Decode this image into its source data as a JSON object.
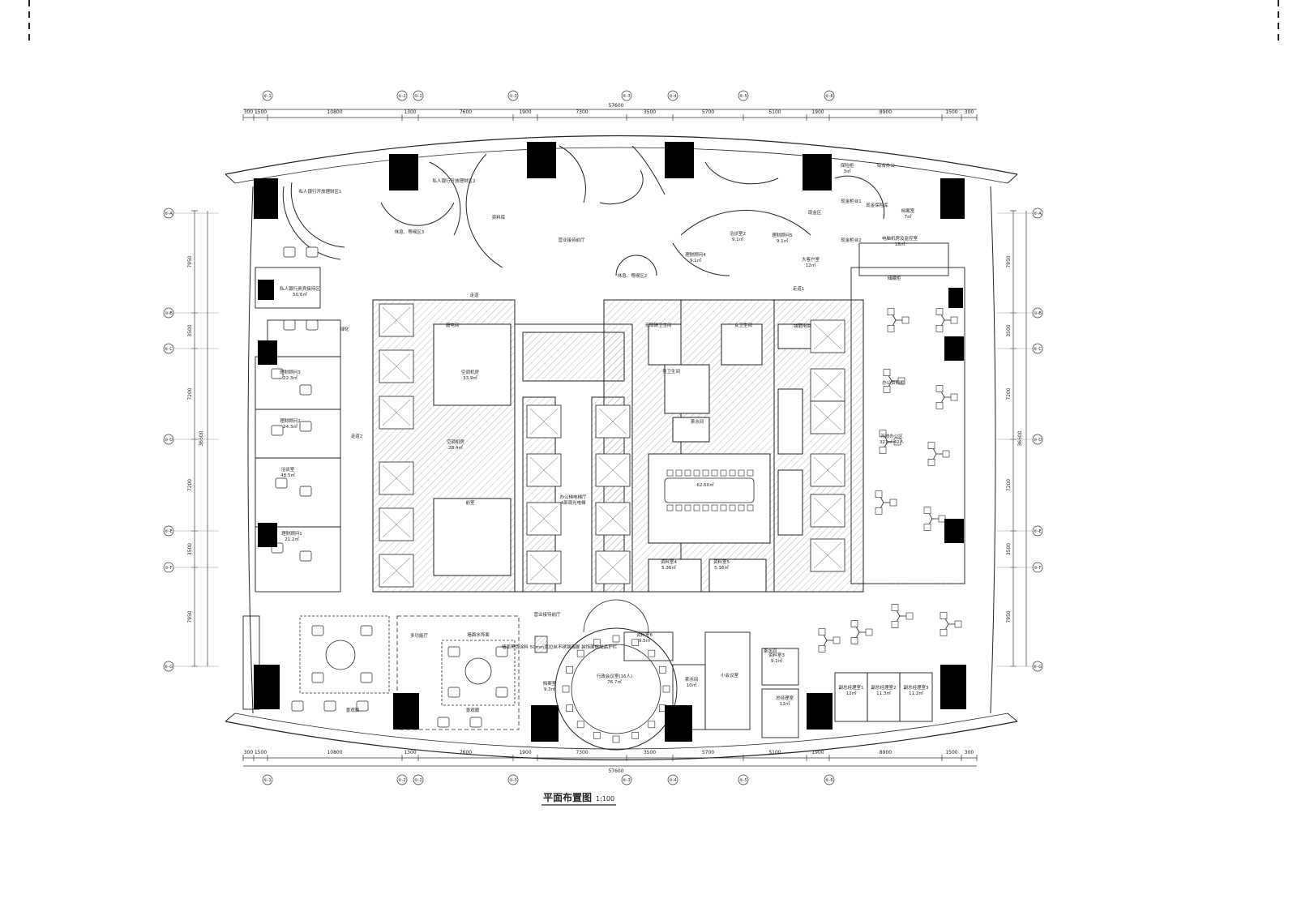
{
  "drawing": {
    "title": "平面布置图",
    "scale": "1:100",
    "colors": {
      "line": "#222222",
      "hatch": "#9a9a9a",
      "column": "#000000",
      "paper": "#ffffff"
    }
  },
  "dimensions": {
    "total": "57600",
    "top_segments": [
      "300",
      "1500",
      "10800",
      "1300",
      "7600",
      "1900",
      "7300",
      "3500",
      "5700",
      "5100",
      "1900",
      "8900",
      "1500",
      "300"
    ],
    "bottom_segments": [
      "300",
      "1500",
      "10800",
      "1300",
      "7600",
      "1900",
      "7300",
      "3500",
      "5700",
      "5100",
      "1900",
      "8900",
      "1500",
      "300"
    ],
    "left_segments": [
      "7950",
      "3500",
      "7200",
      "7200",
      "3500",
      "7950"
    ],
    "left_total": "36600",
    "right_segments": [
      "7950",
      "3500",
      "7200",
      "7200",
      "3500",
      "7950"
    ],
    "right_total": "36600"
  },
  "axes": {
    "top": [
      "⑥-1",
      "⑥-2",
      "⑩-2",
      "⑩-3",
      "⑥-3",
      "⑩-4",
      "⑥-5",
      "⑥-6"
    ],
    "left": [
      "⑥-A",
      "⑩-B",
      "⑥-C",
      "⑩-D",
      "⑥-E",
      "⑩-F",
      "⑥-G"
    ],
    "right": [
      "⑥-A",
      "⑩-B",
      "⑥-C",
      "⑩-D",
      "⑥-E",
      "⑩-F",
      "⑥-G"
    ]
  },
  "rooms": [
    {
      "label": "私人银行开放理财区1",
      "area": ""
    },
    {
      "label": "私人银行开放理财区2",
      "area": ""
    },
    {
      "label": "休息、等候区3",
      "area": ""
    },
    {
      "label": "资料库",
      "area": ""
    },
    {
      "label": "营业接待前厅",
      "area": ""
    },
    {
      "label": "休息、等候区2",
      "area": ""
    },
    {
      "label": "理财顾问4",
      "area": "9.1㎡"
    },
    {
      "label": "洽谈室2",
      "area": "9.1㎡"
    },
    {
      "label": "理财顾问5",
      "area": "9.1㎡"
    },
    {
      "label": "大客户室",
      "area": "12㎡"
    },
    {
      "label": "现金区",
      "area": ""
    },
    {
      "label": "现金柜台1",
      "area": ""
    },
    {
      "label": "现金柜台2",
      "area": ""
    },
    {
      "label": "现金保险库",
      "area": ""
    },
    {
      "label": "保险柜",
      "area": "3㎡"
    },
    {
      "label": "综合办公",
      "area": ""
    },
    {
      "label": "档案室",
      "area": "7㎡"
    },
    {
      "label": "电脑机房及监控室",
      "area": "18㎡"
    },
    {
      "label": "私人银行贵宾接待区",
      "area": "50.6㎡"
    },
    {
      "label": "绿化",
      "area": ""
    },
    {
      "label": "理财顾问3",
      "area": "22.3㎡"
    },
    {
      "label": "理财顾问2",
      "area": "24.3㎡"
    },
    {
      "label": "洽谈室",
      "area": "48.5㎡"
    },
    {
      "label": "理财顾问1",
      "area": "21.2㎡"
    },
    {
      "label": "走道",
      "area": ""
    },
    {
      "label": "走道2",
      "area": ""
    },
    {
      "label": "走道1",
      "area": ""
    },
    {
      "label": "弱电间",
      "area": ""
    },
    {
      "label": "空调机房",
      "area": "33.9㎡"
    },
    {
      "label": "空调机房",
      "area": "28.4㎡"
    },
    {
      "label": "前室",
      "area": ""
    },
    {
      "label": "办公梯电梯厅",
      "area": "4部观光电梯"
    },
    {
      "label": "无障碍卫生间",
      "area": ""
    },
    {
      "label": "男卫生间",
      "area": ""
    },
    {
      "label": "女卫生间",
      "area": ""
    },
    {
      "label": "茶水间",
      "area": ""
    },
    {
      "label": "强弱电间",
      "area": ""
    },
    {
      "label": "",
      "area": "62.60㎡"
    },
    {
      "label": "资料室4",
      "area": "5.36㎡"
    },
    {
      "label": "资料室5",
      "area": "5.36㎡"
    },
    {
      "label": "办公资料柜",
      "area": ""
    },
    {
      "label": "开放办公区",
      "area": "321㎡ 42人"
    },
    {
      "label": "储藏柜",
      "area": ""
    },
    {
      "label": "多功能厅",
      "area": ""
    },
    {
      "label": "营业接待前厅",
      "area": ""
    },
    {
      "label": "墙面水饰面",
      "area": ""
    },
    {
      "label": "景观廊",
      "area": ""
    },
    {
      "label": "景观廊",
      "area": ""
    },
    {
      "label": "资料室6",
      "area": "9.5㎡"
    },
    {
      "label": "茶水间",
      "area": "10㎡"
    },
    {
      "label": "行政会议室(16人)",
      "area": "76.7㎡"
    },
    {
      "label": "档案室",
      "area": "9.3㎡"
    },
    {
      "label": "墙面黑色涂料 50mm宽拉丝不锈钢踢脚 装饰面板成品护栏",
      "area": ""
    },
    {
      "label": "小会议室",
      "area": ""
    },
    {
      "label": "茶水间",
      "area": ""
    },
    {
      "label": "资料室3",
      "area": "9.1㎡"
    },
    {
      "label": "总经理室",
      "area": "12㎡"
    },
    {
      "label": "副总经理室1",
      "area": "12㎡"
    },
    {
      "label": "副总经理室2",
      "area": "11.3㎡"
    },
    {
      "label": "副总经理室3",
      "area": "11.2㎡"
    }
  ]
}
